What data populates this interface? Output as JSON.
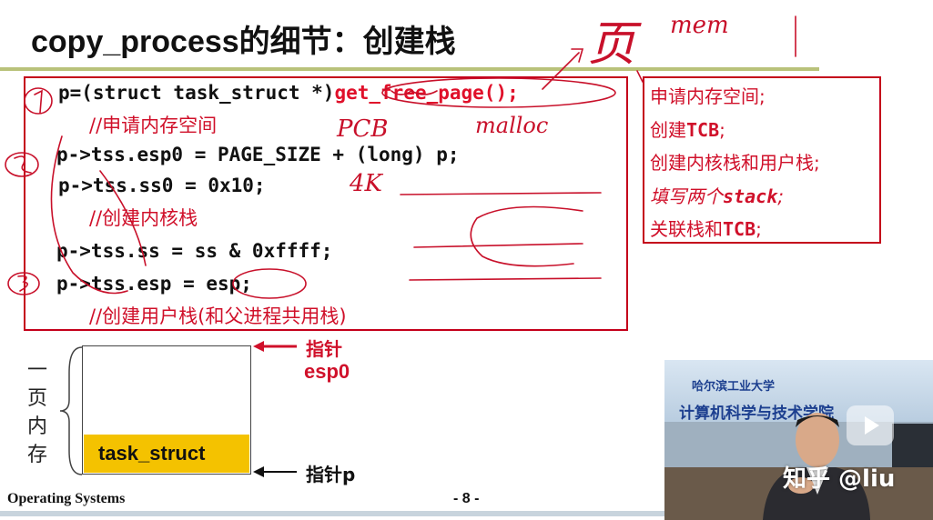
{
  "title": "copy_process的细节：创建栈",
  "code": {
    "line1_a": "p=(struct task_struct *)",
    "line1_b": "get_free_page();",
    "comment1": "//申请内存空间",
    "line2": "p->tss.esp0 = PAGE_SIZE + (long) p;",
    "line3": "p->tss.ss0 = 0x10;",
    "comment2": "//创建内核栈",
    "line4": "p->tss.ss = ss & 0xffff;",
    "line5": "p->tss.esp = esp;",
    "comment3": "//创建用户栈(和父进程共用栈)"
  },
  "notes": {
    "n1": "申请内存空间;",
    "n2a": "创建",
    "n2b": "TCB",
    "n2c": ";",
    "n3": "创建内核栈和用户栈;",
    "n4a": "填写两个",
    "n4b": "stack",
    "n4c": ";",
    "n5a": "关联栈和",
    "n5b": "TCB",
    "n5c": ";"
  },
  "diagram": {
    "side_label": "一页内存",
    "block_label": "task_struct",
    "pointer_top": "指针",
    "pointer_top_name": "esp0",
    "pointer_bottom": "指针p"
  },
  "handwriting": {
    "h_pcb": "PCB",
    "h_malloc": "malloc",
    "h_4k": "4K",
    "h_mem": "mem",
    "h_page": "页"
  },
  "footer": {
    "course": "Operating Systems",
    "page": "- 8 -"
  },
  "video": {
    "sign_top": "哈尔滨工业大学",
    "sign_main": "计算机科学与技术学院",
    "watermark": "知乎 @liu"
  },
  "colors": {
    "accent_red": "#d0102a",
    "box_border": "#c4001a",
    "title_rule": "#b9c27a",
    "block_fill": "#f4c200"
  }
}
